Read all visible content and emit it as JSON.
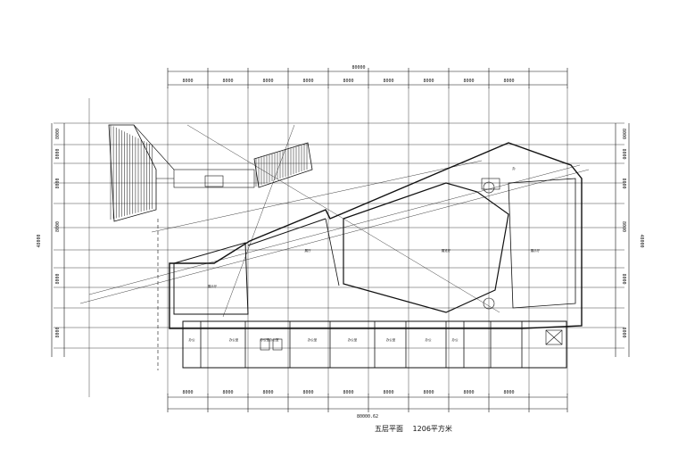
{
  "drawing": {
    "caption_title": "五层平面",
    "caption_area": "1206平方米"
  },
  "dimensions": {
    "top_total": "80000",
    "top_bays": [
      "8000",
      "8000",
      "8000",
      "8000",
      "8000",
      "8000",
      "8000",
      "8000",
      "8000"
    ],
    "bottom_bays": [
      "8000",
      "8000",
      "8000",
      "8000",
      "8000",
      "8000",
      "8000",
      "8000",
      "8000"
    ],
    "bottom_total": "80000.62",
    "left_total": "48000",
    "right_total": "48000",
    "left_bays": [
      "8000",
      "8000",
      "8000",
      "8000",
      "8000",
      "8000"
    ],
    "right_bays": [
      "8000",
      "8000",
      "8000",
      "8000",
      "8000",
      "8000"
    ]
  },
  "rooms": {
    "left_hall": "展示厅",
    "mid_hall": "展厅",
    "center_hall": "展览厅",
    "right_hall": "展示厅",
    "corner_room": "办",
    "bottom_row": [
      "办公",
      "办公室",
      "办公室办公室",
      "办公室",
      "办公室",
      "办公室",
      "办公",
      "办公"
    ]
  },
  "colors": {
    "line": "#111111",
    "background": "#ffffff"
  }
}
